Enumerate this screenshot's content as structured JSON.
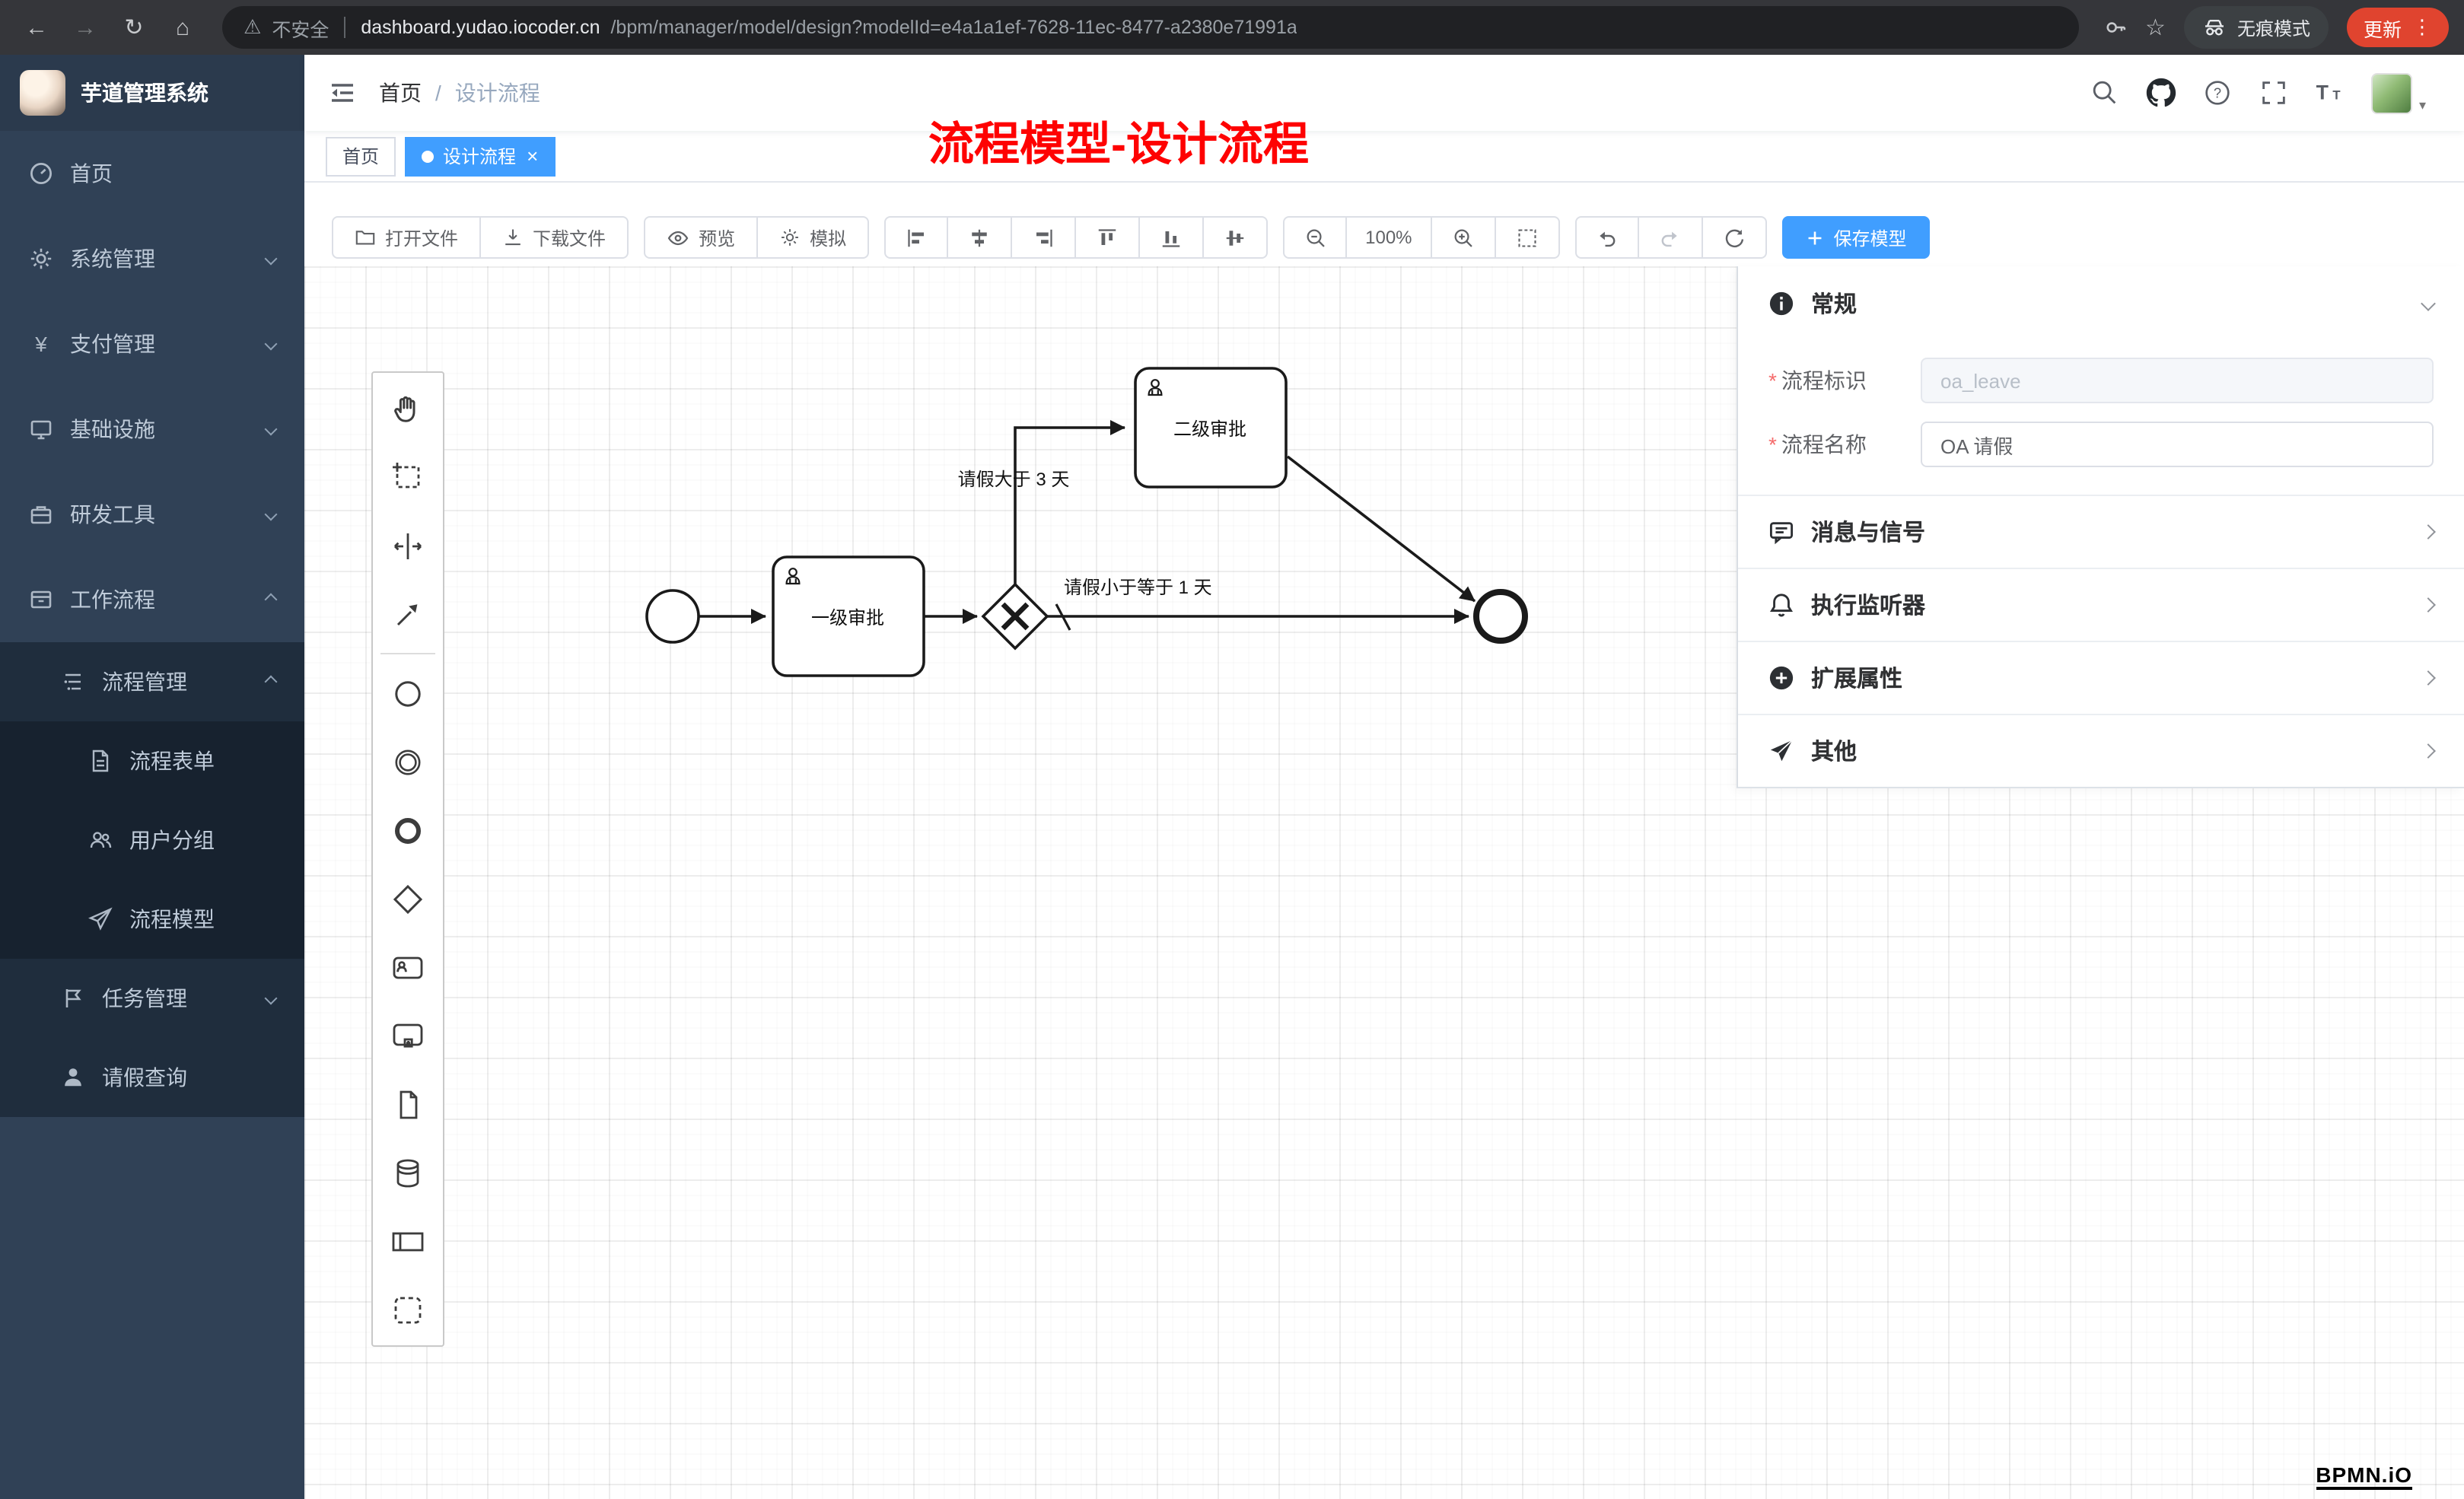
{
  "browser": {
    "security_label": "不安全",
    "url_host": "dashboard.yudao.iocoder.cn",
    "url_path": "/bpm/manager/model/design?modelId=e4a1a1ef-7628-11ec-8477-a2380e71991a",
    "incognito_label": "无痕模式",
    "update_label": "更新"
  },
  "sidebar": {
    "logo_title": "芋道管理系统",
    "items": [
      {
        "label": "首页",
        "icon": "dashboard-icon"
      },
      {
        "label": "系统管理",
        "icon": "gear-icon"
      },
      {
        "label": "支付管理",
        "icon": "yen-icon"
      },
      {
        "label": "基础设施",
        "icon": "monitor-icon"
      },
      {
        "label": "研发工具",
        "icon": "briefcase-icon"
      },
      {
        "label": "工作流程",
        "icon": "archive-icon"
      }
    ],
    "workflow_menu": {
      "process_group": {
        "label": "流程管理",
        "children": [
          {
            "label": "流程表单",
            "icon": "document-icon"
          },
          {
            "label": "用户分组",
            "icon": "users-icon"
          },
          {
            "label": "流程模型",
            "icon": "send-icon"
          }
        ]
      },
      "task_group": {
        "label": "任务管理",
        "icon": "flag-icon"
      },
      "leave_query": {
        "label": "请假查询",
        "icon": "user-icon"
      }
    }
  },
  "header": {
    "breadcrumb_home": "首页",
    "breadcrumb_separator": "/",
    "breadcrumb_current": "设计流程",
    "annotation": "流程模型-设计流程"
  },
  "tabs": [
    {
      "label": "首页",
      "active": false
    },
    {
      "label": "设计流程",
      "active": true
    }
  ],
  "toolbar": {
    "open_file": "打开文件",
    "download_file": "下载文件",
    "preview": "预览",
    "simulate": "模拟",
    "zoom_level": "100%",
    "save_model": "保存模型"
  },
  "palette": {
    "items": [
      "hand-tool-icon",
      "lasso-tool-icon",
      "space-tool-icon",
      "global-connect-icon",
      "start-event-icon",
      "intermediate-event-icon",
      "end-event-icon",
      "gateway-icon",
      "user-task-icon",
      "call-activity-icon",
      "data-object-icon",
      "data-store-icon",
      "participant-icon",
      "group-icon"
    ]
  },
  "diagram": {
    "task1_label": "一级审批",
    "task2_label": "二级审批",
    "flow_gt3_label": "请假大于 3 天",
    "flow_le1_label": "请假小于等于 1 天"
  },
  "properties": {
    "general_title": "常规",
    "field_key_label": "流程标识",
    "field_key_value": "oa_leave",
    "field_name_label": "流程名称",
    "field_name_value": "OA 请假",
    "sections": [
      {
        "title": "消息与信号",
        "icon": "message-icon"
      },
      {
        "title": "执行监听器",
        "icon": "bell-icon"
      },
      {
        "title": "扩展属性",
        "icon": "plus-circle-icon"
      },
      {
        "title": "其他",
        "icon": "send-icon"
      }
    ]
  },
  "watermark": "BPMN.iO",
  "colors": {
    "accent": "#409eff",
    "sidebar_bg": "#304156",
    "submenu_bg": "#1f2d3d",
    "annotation_red": "#fe0202",
    "update_pill_red": "#e0442f"
  }
}
